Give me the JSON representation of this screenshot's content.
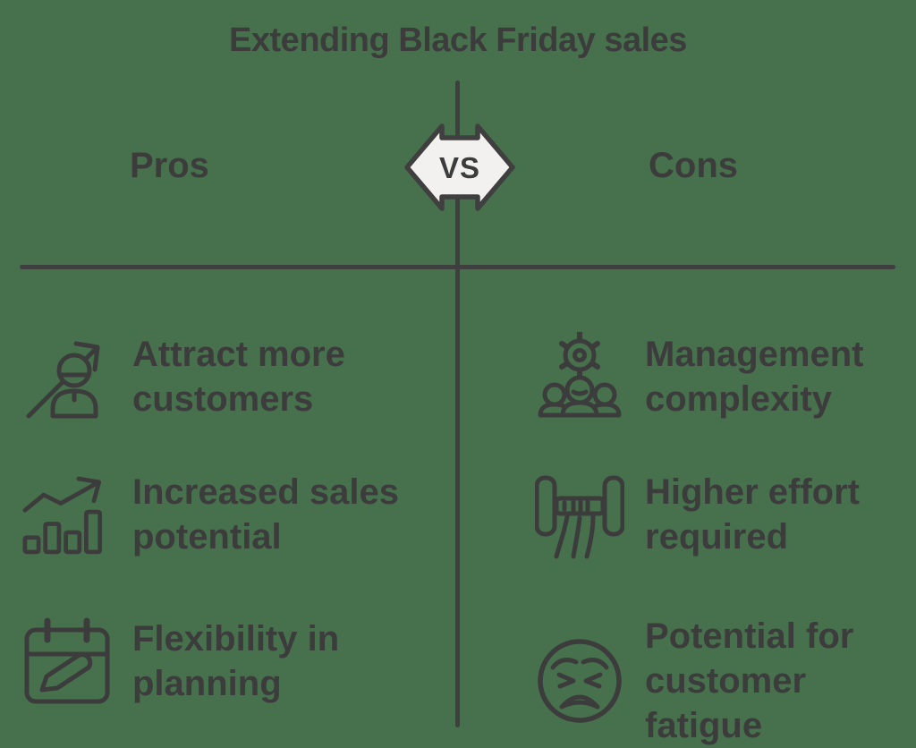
{
  "title": "Extending Black Friday sales",
  "badge": {
    "label": "VS"
  },
  "columns": {
    "pros": {
      "label": "Pros",
      "items": [
        {
          "icon": "customer-growth-icon",
          "lines": [
            "Attract more",
            "customers"
          ]
        },
        {
          "icon": "sales-chart-icon",
          "lines": [
            "Increased sales",
            "potential"
          ]
        },
        {
          "icon": "calendar-pencil-icon",
          "lines": [
            "Flexibility in",
            "planning"
          ]
        }
      ]
    },
    "cons": {
      "label": "Cons",
      "items": [
        {
          "icon": "team-gear-icon",
          "lines": [
            "Management",
            "complexity"
          ]
        },
        {
          "icon": "dumbbell-effort-icon",
          "lines": [
            "Higher effort",
            "required"
          ]
        },
        {
          "icon": "weary-face-icon",
          "lines": [
            "Potential for",
            "customer",
            "fatigue"
          ]
        }
      ]
    }
  },
  "colors": {
    "background": "#47714d",
    "ink": "#3c3c3c",
    "divider_line": "#3f3f3f",
    "badge_fill": "#f2f1ef"
  }
}
